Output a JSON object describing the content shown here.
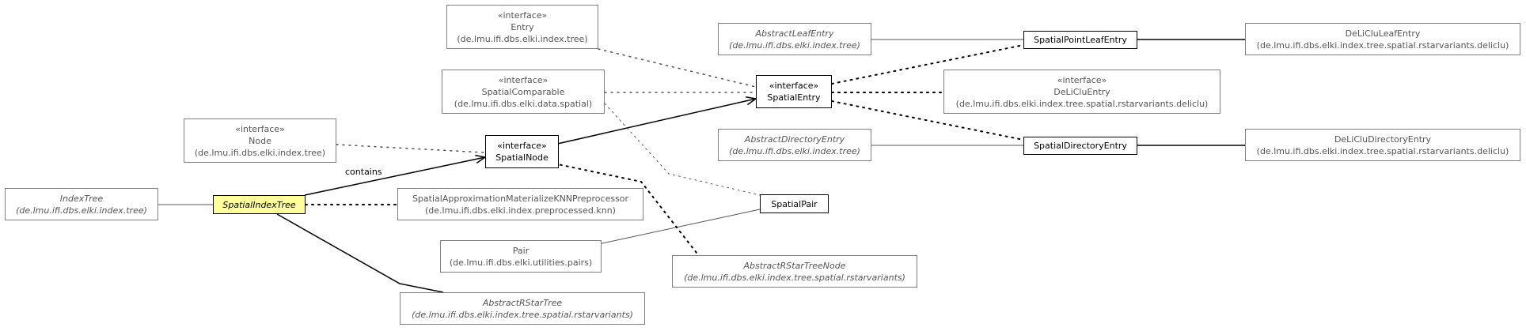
{
  "nodes": {
    "entry": {
      "stereo": "«interface»",
      "name": "Entry",
      "pkg": "(de.lmu.ifi.dbs.elki.index.tree)"
    },
    "abstract_leaf_entry": {
      "name": "AbstractLeafEntry",
      "pkg": "(de.lmu.ifi.dbs.elki.index.tree)"
    },
    "spatial_point_leaf_entry": {
      "name": "SpatialPointLeafEntry"
    },
    "deliclu_leaf_entry": {
      "name": "DeLiCluLeafEntry",
      "pkg": "(de.lmu.ifi.dbs.elki.index.tree.spatial.rstarvariants.deliclu)"
    },
    "spatial_comparable": {
      "stereo": "«interface»",
      "name": "SpatialComparable",
      "pkg": "(de.lmu.ifi.dbs.elki.data.spatial)"
    },
    "spatial_entry": {
      "stereo": "«interface»",
      "name": "SpatialEntry"
    },
    "deliclu_entry": {
      "stereo": "«interface»",
      "name": "DeLiCluEntry",
      "pkg": "(de.lmu.ifi.dbs.elki.index.tree.spatial.rstarvariants.deliclu)"
    },
    "node": {
      "stereo": "«interface»",
      "name": "Node",
      "pkg": "(de.lmu.ifi.dbs.elki.index.tree)"
    },
    "spatial_node": {
      "stereo": "«interface»",
      "name": "SpatialNode"
    },
    "abstract_directory_entry": {
      "name": "AbstractDirectoryEntry",
      "pkg": "(de.lmu.ifi.dbs.elki.index.tree)"
    },
    "spatial_directory_entry": {
      "name": "SpatialDirectoryEntry"
    },
    "deliclu_directory_entry": {
      "name": "DeLiCluDirectoryEntry",
      "pkg": "(de.lmu.ifi.dbs.elki.index.tree.spatial.rstarvariants.deliclu)"
    },
    "index_tree": {
      "name": "IndexTree",
      "pkg": "(de.lmu.ifi.dbs.elki.index.tree)"
    },
    "spatial_index_tree": {
      "name": "SpatialIndexTree"
    },
    "knn_preprocessor": {
      "name": "SpatialApproximationMaterializeKNNPreprocessor",
      "pkg": "(de.lmu.ifi.dbs.elki.index.preprocessed.knn)"
    },
    "spatial_pair": {
      "name": "SpatialPair"
    },
    "pair": {
      "name": "Pair",
      "pkg": "(de.lmu.ifi.dbs.elki.utilities.pairs)"
    },
    "abstract_rstar_tree_node": {
      "name": "AbstractRStarTreeNode",
      "pkg": "(de.lmu.ifi.dbs.elki.index.tree.spatial.rstarvariants)"
    },
    "abstract_rstar_tree": {
      "name": "AbstractRStarTree",
      "pkg": "(de.lmu.ifi.dbs.elki.index.tree.spatial.rstarvariants)"
    }
  },
  "edge_labels": {
    "contains": "contains"
  },
  "colors": {
    "focus_fill": "#ffff99",
    "muted_border": "#7f7f7f",
    "strong_border": "#000000",
    "muted_text": "#555555"
  }
}
